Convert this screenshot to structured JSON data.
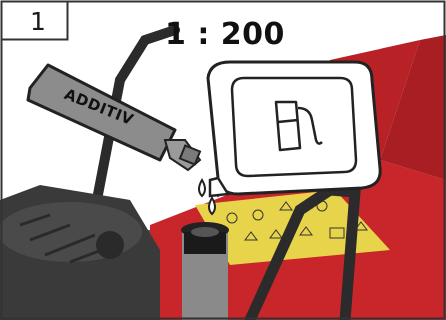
{
  "panel": {
    "step_number": "1",
    "ratio_text": "1 : 200",
    "additive_bottle_label": "ADDITIV",
    "fuel_can_icon": "fuel-pump-icon"
  },
  "colors": {
    "mower_red": "#c8262a",
    "decal_yellow": "#e8d44a",
    "bottle_gray": "#9a9a9a",
    "border": "#333333"
  }
}
